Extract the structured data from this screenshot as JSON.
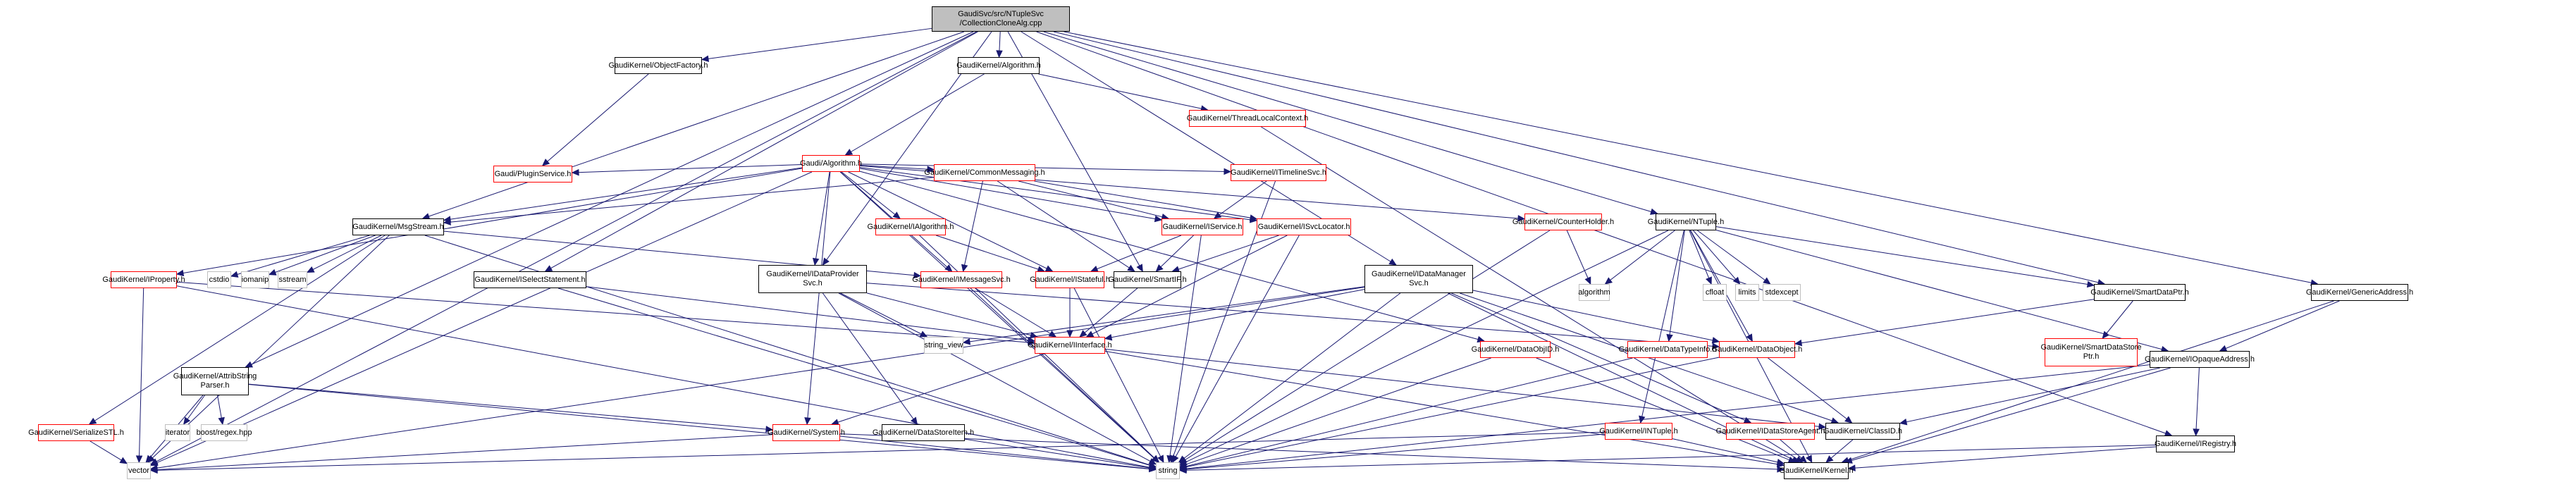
{
  "graph": {
    "title": "GaudiSvc/src/NTupleSvc/CollectionCloneAlg.cpp include dependency graph",
    "colors": {
      "edge": "#191970",
      "root_fill": "#bfbfbf",
      "missing_border": "#ff0000",
      "documented_border": "#000000",
      "system_border": "#bfbfbf"
    },
    "nodes": [
      {
        "id": "root",
        "label": "GaudiSvc/src/NTupleSvc\n/CollectionCloneAlg.cpp",
        "kind": "root"
      },
      {
        "id": "objfactory",
        "label": "GaudiKernel/ObjectFactory.h",
        "kind": "doc"
      },
      {
        "id": "gkalgorithm",
        "label": "GaudiKernel/Algorithm.h",
        "kind": "doc"
      },
      {
        "id": "threadlocal",
        "label": "GaudiKernel/ThreadLocalContext.h",
        "kind": "red"
      },
      {
        "id": "galgorithm",
        "label": "Gaudi/Algorithm.h",
        "kind": "red"
      },
      {
        "id": "pluginservice",
        "label": "Gaudi/PluginService.h",
        "kind": "red"
      },
      {
        "id": "commonmsg",
        "label": "GaudiKernel/CommonMessaging.h",
        "kind": "red"
      },
      {
        "id": "itimeline",
        "label": "GaudiKernel/ITimelineSvc.h",
        "kind": "red"
      },
      {
        "id": "counterholder",
        "label": "GaudiKernel/CounterHolder.h",
        "kind": "red"
      },
      {
        "id": "msgstream",
        "label": "GaudiKernel/MsgStream.h",
        "kind": "doc"
      },
      {
        "id": "ialgorithm",
        "label": "GaudiKernel/IAlgorithm.h",
        "kind": "red"
      },
      {
        "id": "iservice",
        "label": "GaudiKernel/IService.h",
        "kind": "red"
      },
      {
        "id": "isvclocator",
        "label": "GaudiKernel/ISvcLocator.h",
        "kind": "red"
      },
      {
        "id": "ntuple",
        "label": "GaudiKernel/NTuple.h",
        "kind": "doc"
      },
      {
        "id": "iproperty",
        "label": "GaudiKernel/IProperty.h",
        "kind": "red"
      },
      {
        "id": "cstdio",
        "label": "cstdio",
        "kind": "sys"
      },
      {
        "id": "iomanip",
        "label": "iomanip",
        "kind": "sys"
      },
      {
        "id": "sstream",
        "label": "sstream",
        "kind": "sys"
      },
      {
        "id": "iselect",
        "label": "GaudiKernel/ISelectStatement.h",
        "kind": "doc"
      },
      {
        "id": "idataprovider",
        "label": "GaudiKernel/IDataProvider\nSvc.h",
        "kind": "doc"
      },
      {
        "id": "imessagesvc",
        "label": "GaudiKernel/IMessageSvc.h",
        "kind": "red"
      },
      {
        "id": "istateful",
        "label": "GaudiKernel/IStateful.h",
        "kind": "red"
      },
      {
        "id": "smartif",
        "label": "GaudiKernel/SmartIF.h",
        "kind": "doc"
      },
      {
        "id": "idatamanager",
        "label": "GaudiKernel/IDataManager\nSvc.h",
        "kind": "doc"
      },
      {
        "id": "algorithm",
        "label": "algorithm",
        "kind": "sys"
      },
      {
        "id": "cfloat",
        "label": "cfloat",
        "kind": "sys"
      },
      {
        "id": "limits",
        "label": "limits",
        "kind": "sys"
      },
      {
        "id": "stdexcept",
        "label": "stdexcept",
        "kind": "sys"
      },
      {
        "id": "smartdataptr",
        "label": "GaudiKernel/SmartDataPtr.h",
        "kind": "doc"
      },
      {
        "id": "genericaddress",
        "label": "GaudiKernel/GenericAddress.h",
        "kind": "doc"
      },
      {
        "id": "attribparser",
        "label": "GaudiKernel/AttribString\nParser.h",
        "kind": "doc"
      },
      {
        "id": "string_view",
        "label": "string_view",
        "kind": "sys"
      },
      {
        "id": "iinterface",
        "label": "GaudiKernel/IInterface.h",
        "kind": "red"
      },
      {
        "id": "dataobjid",
        "label": "GaudiKernel/DataObjID.h",
        "kind": "red"
      },
      {
        "id": "datatypeinfo",
        "label": "GaudiKernel/DataTypeInfo.h",
        "kind": "red"
      },
      {
        "id": "dataobject",
        "label": "GaudiKernel/DataObject.h",
        "kind": "red"
      },
      {
        "id": "smartdatastoreptr",
        "label": "GaudiKernel/SmartDataStore\nPtr.h",
        "kind": "red"
      },
      {
        "id": "iopaque",
        "label": "GaudiKernel/IOpaqueAddress.h",
        "kind": "doc"
      },
      {
        "id": "serializestl",
        "label": "GaudiKernel/SerializeSTL.h",
        "kind": "red"
      },
      {
        "id": "iterator",
        "label": "iterator",
        "kind": "sys"
      },
      {
        "id": "boostregex",
        "label": "boost/regex.hpp",
        "kind": "sys"
      },
      {
        "id": "system",
        "label": "GaudiKernel/System.h",
        "kind": "red"
      },
      {
        "id": "datastoreitem",
        "label": "GaudiKernel/DataStoreItem.h",
        "kind": "doc"
      },
      {
        "id": "intuple",
        "label": "GaudiKernel/INTuple.h",
        "kind": "red"
      },
      {
        "id": "idatastoreagent",
        "label": "GaudiKernel/IDataStoreAgent.h",
        "kind": "red"
      },
      {
        "id": "classid",
        "label": "GaudiKernel/ClassID.h",
        "kind": "doc"
      },
      {
        "id": "iregistry",
        "label": "GaudiKernel/IRegistry.h",
        "kind": "doc"
      },
      {
        "id": "vector",
        "label": "vector",
        "kind": "sys"
      },
      {
        "id": "string",
        "label": "string",
        "kind": "sys"
      },
      {
        "id": "kernel",
        "label": "GaudiKernel/Kernel.h",
        "kind": "doc"
      }
    ],
    "edges": [
      [
        "root",
        "objfactory"
      ],
      [
        "root",
        "gkalgorithm"
      ],
      [
        "root",
        "msgstream"
      ],
      [
        "root",
        "iselect"
      ],
      [
        "root",
        "idataprovider"
      ],
      [
        "root",
        "smartif"
      ],
      [
        "root",
        "idatamanager"
      ],
      [
        "root",
        "ntuple"
      ],
      [
        "root",
        "smartdataptr"
      ],
      [
        "root",
        "genericaddress"
      ],
      [
        "root",
        "attribparser"
      ],
      [
        "root",
        "vector"
      ],
      [
        "root",
        "iregistry"
      ],
      [
        "objfactory",
        "pluginservice"
      ],
      [
        "gkalgorithm",
        "galgorithm"
      ],
      [
        "gkalgorithm",
        "threadlocal"
      ],
      [
        "threadlocal",
        "kernel"
      ],
      [
        "galgorithm",
        "pluginservice"
      ],
      [
        "galgorithm",
        "commonmsg"
      ],
      [
        "galgorithm",
        "itimeline"
      ],
      [
        "galgorithm",
        "counterholder"
      ],
      [
        "galgorithm",
        "msgstream"
      ],
      [
        "galgorithm",
        "ialgorithm"
      ],
      [
        "galgorithm",
        "iservice"
      ],
      [
        "galgorithm",
        "isvclocator"
      ],
      [
        "galgorithm",
        "iproperty"
      ],
      [
        "galgorithm",
        "idataprovider"
      ],
      [
        "galgorithm",
        "imessagesvc"
      ],
      [
        "galgorithm",
        "istateful"
      ],
      [
        "galgorithm",
        "dataobjid"
      ],
      [
        "galgorithm",
        "system"
      ],
      [
        "galgorithm",
        "string"
      ],
      [
        "galgorithm",
        "vector"
      ],
      [
        "commonmsg",
        "msgstream"
      ],
      [
        "commonmsg",
        "imessagesvc"
      ],
      [
        "commonmsg",
        "iservice"
      ],
      [
        "commonmsg",
        "isvclocator"
      ],
      [
        "commonmsg",
        "smartif"
      ],
      [
        "itimeline",
        "iservice"
      ],
      [
        "itimeline",
        "string"
      ],
      [
        "counterholder",
        "algorithm"
      ],
      [
        "counterholder",
        "string"
      ],
      [
        "msgstream",
        "cstdio"
      ],
      [
        "msgstream",
        "iomanip"
      ],
      [
        "msgstream",
        "sstream"
      ],
      [
        "msgstream",
        "imessagesvc"
      ],
      [
        "msgstream",
        "serializestl"
      ],
      [
        "msgstream",
        "vector"
      ],
      [
        "msgstream",
        "string"
      ],
      [
        "ialgorithm",
        "istateful"
      ],
      [
        "ialgorithm",
        "string"
      ],
      [
        "iservice",
        "istateful"
      ],
      [
        "iservice",
        "smartif"
      ],
      [
        "iservice",
        "string"
      ],
      [
        "isvclocator",
        "smartif"
      ],
      [
        "isvclocator",
        "iinterface"
      ],
      [
        "isvclocator",
        "string"
      ],
      [
        "iproperty",
        "iinterface"
      ],
      [
        "iproperty",
        "string"
      ],
      [
        "iproperty",
        "vector"
      ],
      [
        "iselect",
        "iinterface"
      ],
      [
        "iselect",
        "string"
      ],
      [
        "idataprovider",
        "string_view"
      ],
      [
        "idataprovider",
        "iinterface"
      ],
      [
        "idataprovider",
        "datastoreitem"
      ],
      [
        "idataprovider",
        "dataobject"
      ],
      [
        "idataprovider",
        "string"
      ],
      [
        "imessagesvc",
        "iinterface"
      ],
      [
        "imessagesvc",
        "string"
      ],
      [
        "istateful",
        "iinterface"
      ],
      [
        "istateful",
        "string"
      ],
      [
        "smartif",
        "iinterface"
      ],
      [
        "idatamanager",
        "iinterface"
      ],
      [
        "idatamanager",
        "dataobject"
      ],
      [
        "idatamanager",
        "classid"
      ],
      [
        "idatamanager",
        "idatastoreagent"
      ],
      [
        "idatamanager",
        "string"
      ],
      [
        "idatamanager",
        "kernel"
      ],
      [
        "idatamanager",
        "string_view"
      ],
      [
        "idatamanager",
        "vector"
      ],
      [
        "ntuple",
        "algorithm"
      ],
      [
        "ntuple",
        "cfloat"
      ],
      [
        "ntuple",
        "limits"
      ],
      [
        "ntuple",
        "stdexcept"
      ],
      [
        "ntuple",
        "smartdataptr"
      ],
      [
        "ntuple",
        "iopaque"
      ],
      [
        "ntuple",
        "dataobject"
      ],
      [
        "ntuple",
        "datatypeinfo"
      ],
      [
        "ntuple",
        "intuple"
      ],
      [
        "ntuple",
        "string"
      ],
      [
        "ntuple",
        "kernel"
      ],
      [
        "smartdataptr",
        "smartdatastoreptr"
      ],
      [
        "smartdataptr",
        "dataobject"
      ],
      [
        "genericaddress",
        "iopaque"
      ],
      [
        "genericaddress",
        "kernel"
      ],
      [
        "iopaque",
        "classid"
      ],
      [
        "iopaque",
        "iregistry"
      ],
      [
        "iopaque",
        "kernel"
      ],
      [
        "iopaque",
        "string"
      ],
      [
        "attribparser",
        "iterator"
      ],
      [
        "attribparser",
        "boostregex"
      ],
      [
        "attribparser",
        "system"
      ],
      [
        "attribparser",
        "vector"
      ],
      [
        "attribparser",
        "string"
      ],
      [
        "iinterface",
        "system"
      ],
      [
        "iinterface",
        "classid"
      ],
      [
        "iinterface",
        "kernel"
      ],
      [
        "dataobjid",
        "string"
      ],
      [
        "dataobjid",
        "kernel"
      ],
      [
        "datatypeinfo",
        "string"
      ],
      [
        "dataobject",
        "classid"
      ],
      [
        "dataobject",
        "string"
      ],
      [
        "serializestl",
        "vector"
      ],
      [
        "system",
        "vector"
      ],
      [
        "system",
        "string"
      ],
      [
        "system",
        "kernel"
      ],
      [
        "datastoreitem",
        "string"
      ],
      [
        "intuple",
        "string"
      ],
      [
        "intuple",
        "kernel"
      ],
      [
        "intuple",
        "vector"
      ],
      [
        "idatastoreagent",
        "kernel"
      ],
      [
        "classid",
        "kernel"
      ],
      [
        "iregistry",
        "string"
      ],
      [
        "iregistry",
        "kernel"
      ]
    ]
  }
}
